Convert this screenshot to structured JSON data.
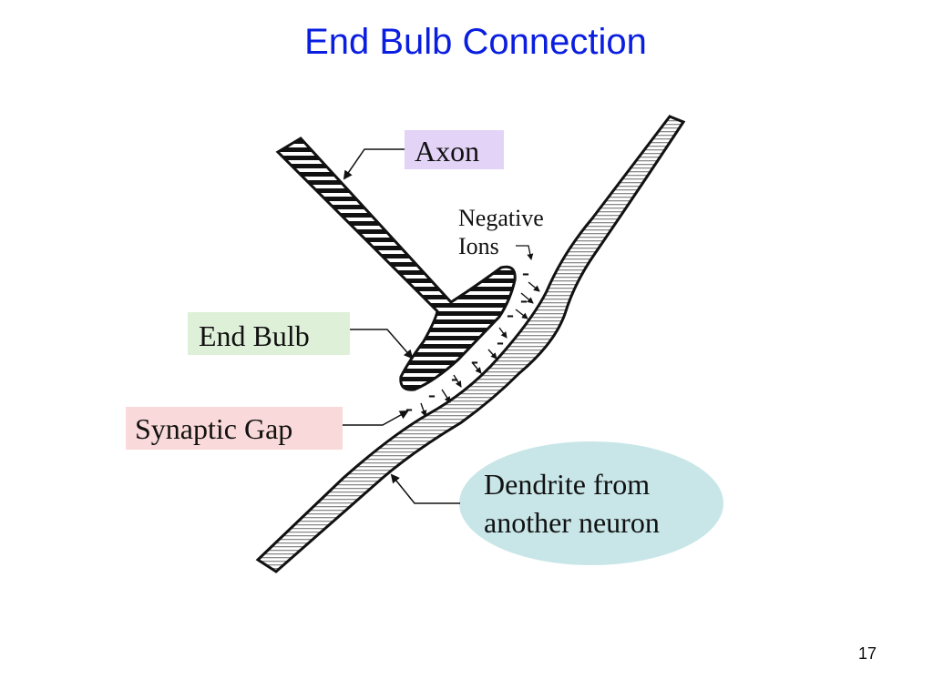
{
  "slide": {
    "title": "End Bulb Connection",
    "page_number": "17"
  },
  "labels": {
    "axon": "Axon",
    "negative_ions_line1": "Negative",
    "negative_ions_line2": "Ions",
    "end_bulb": "End Bulb",
    "synaptic_gap": "Synaptic Gap",
    "dendrite_line1": "Dendrite from",
    "dendrite_line2": "another neuron",
    "ion_sign": "-"
  },
  "colors": {
    "title": "#0a1ee0",
    "axon_box": "#e2d3f7",
    "end_bulb_box": "#dff0d8",
    "synaptic_gap_box": "#f9d9d9",
    "dendrite_ellipse": "#c8e6e8"
  }
}
